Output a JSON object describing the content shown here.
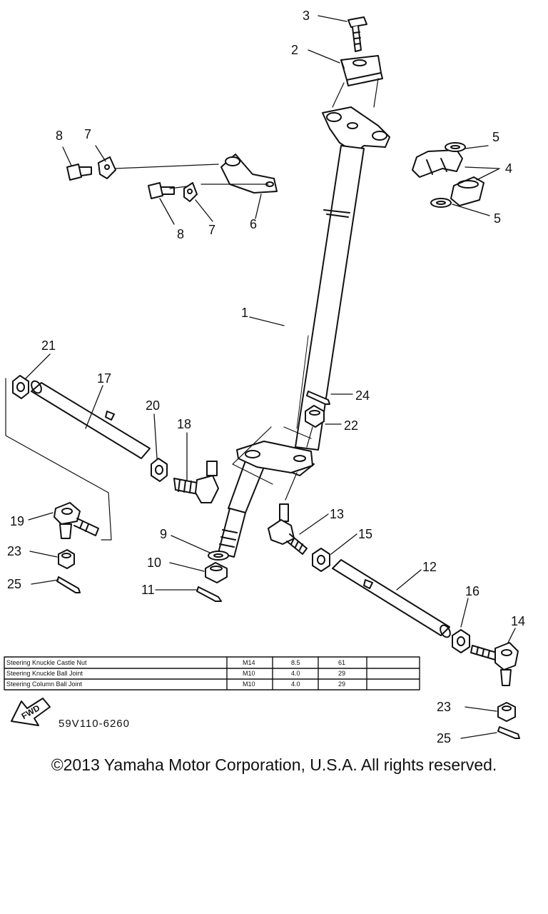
{
  "callouts": {
    "c1": "1",
    "c2": "2",
    "c3": "3",
    "c4": "4",
    "c5a": "5",
    "c5b": "5",
    "c6": "6",
    "c7a": "7",
    "c7b": "7",
    "c8a": "8",
    "c8b": "8",
    "c9": "9",
    "c10": "10",
    "c11": "11",
    "c12": "12",
    "c13": "13",
    "c14": "14",
    "c15": "15",
    "c16": "16",
    "c17": "17",
    "c18": "18",
    "c19": "19",
    "c20": "20",
    "c21": "21",
    "c22": "22",
    "c23a": "23",
    "c23b": "23",
    "c24": "24",
    "c25a": "25",
    "c25b": "25"
  },
  "torque_table": {
    "rows": [
      {
        "name": "Steering Knuckle Castle Nut",
        "size": "M14",
        "kgm": "8.5",
        "ftlb": "61"
      },
      {
        "name": "Steering Knuckle Ball Joint",
        "size": "M10",
        "kgm": "4.0",
        "ftlb": "29"
      },
      {
        "name": "Steering Column Ball Joint",
        "size": "M10",
        "kgm": "4.0",
        "ftlb": "29"
      }
    ]
  },
  "fwd_label": "FWD",
  "part_number": "59V110-6260",
  "copyright": "©2013 Yamaha Motor Corporation, U.S.A. All rights reserved."
}
